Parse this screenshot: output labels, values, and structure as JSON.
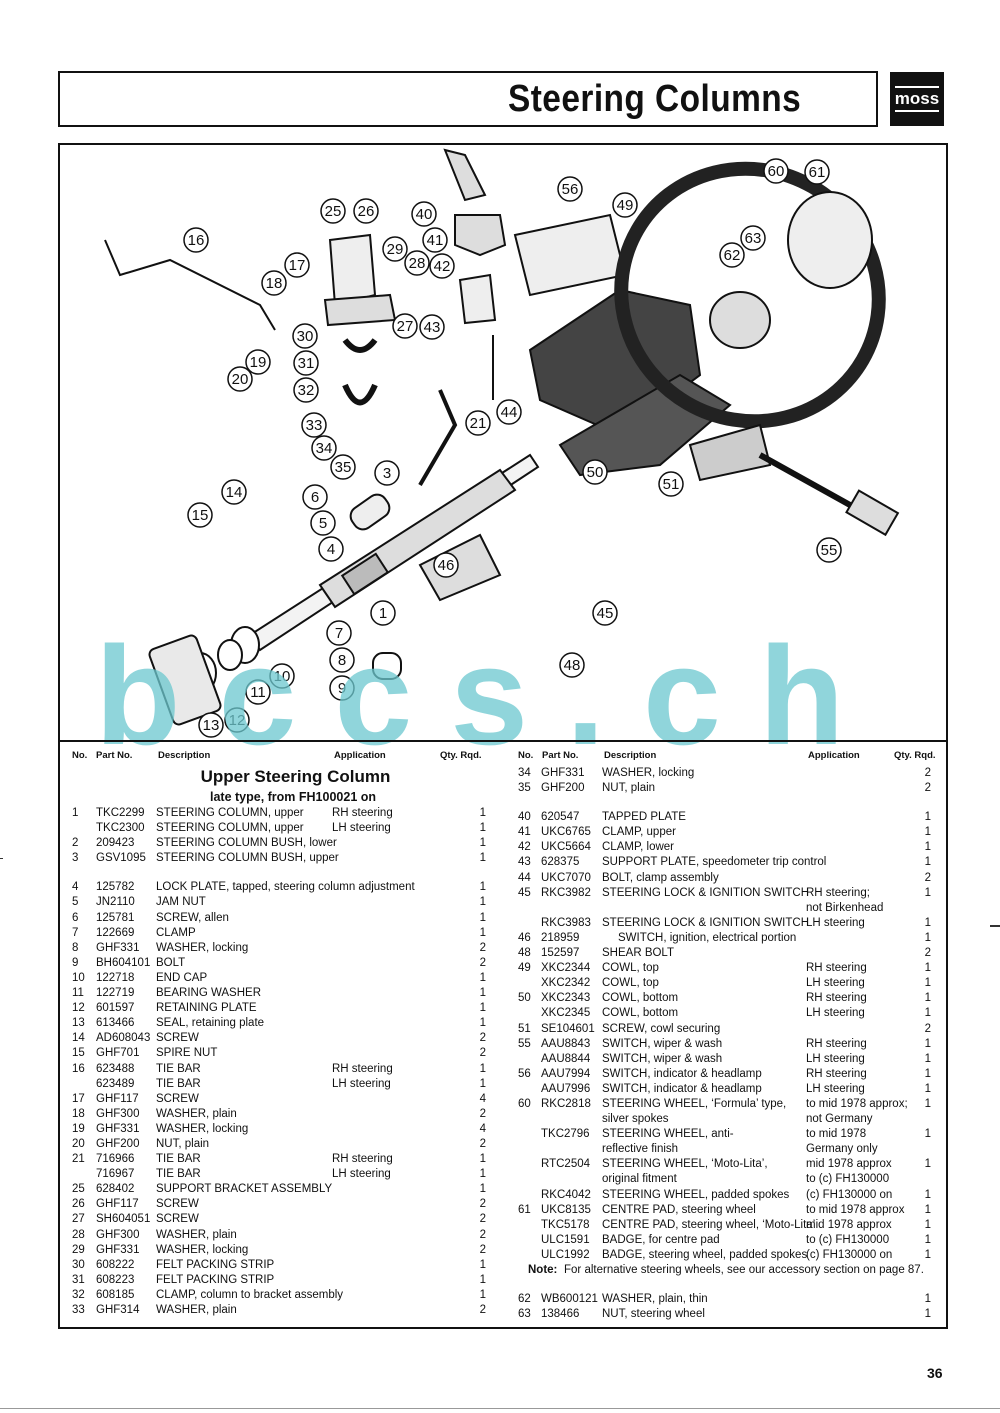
{
  "title": "Steering Columns",
  "logo": "moss",
  "watermark": "bccs.ch",
  "page_number": "36",
  "callouts": [
    "1",
    "3",
    "4",
    "5",
    "6",
    "7",
    "8",
    "9",
    "10",
    "11",
    "12",
    "13",
    "14",
    "15",
    "16",
    "17",
    "18",
    "19",
    "20",
    "21",
    "25",
    "26",
    "27",
    "28",
    "29",
    "30",
    "31",
    "32",
    "33",
    "34",
    "35",
    "40",
    "41",
    "42",
    "43",
    "44",
    "45",
    "46",
    "48",
    "49",
    "50",
    "51",
    "55",
    "56",
    "60",
    "61",
    "62",
    "63"
  ],
  "headers": {
    "no": "No.",
    "part": "Part No.",
    "desc": "Description",
    "app": "Application",
    "qty": "Qty. Rqd."
  },
  "left": {
    "section_title": "Upper Steering Column",
    "section_subtitle": "late type, from FH100021 on",
    "rows": [
      {
        "no": "1",
        "part": "TKC2299",
        "desc": "STEERING COLUMN, upper",
        "app": "RH steering",
        "qty": "1"
      },
      {
        "no": "",
        "part": "TKC2300",
        "desc": "STEERING COLUMN, upper",
        "app": "LH steering",
        "qty": "1"
      },
      {
        "no": "2",
        "part": "209423",
        "desc": "STEERING COLUMN BUSH, lower",
        "app": "",
        "qty": "1"
      },
      {
        "no": "3",
        "part": "GSV1095",
        "desc": "STEERING COLUMN BUSH, upper",
        "app": "",
        "qty": "1"
      },
      {
        "gap": true
      },
      {
        "no": "4",
        "part": "125782",
        "desc": "LOCK PLATE, tapped, steering column adjustment",
        "app": "",
        "qty": "1"
      },
      {
        "no": "5",
        "part": "JN2110",
        "desc": "JAM NUT",
        "app": "",
        "qty": "1"
      },
      {
        "no": "6",
        "part": "125781",
        "desc": "SCREW, allen",
        "app": "",
        "qty": "1"
      },
      {
        "no": "7",
        "part": "122669",
        "desc": "CLAMP",
        "app": "",
        "qty": "1"
      },
      {
        "no": "8",
        "part": "GHF331",
        "desc": "WASHER, locking",
        "app": "",
        "qty": "2"
      },
      {
        "no": "9",
        "part": "BH604101",
        "desc": "BOLT",
        "app": "",
        "qty": "2"
      },
      {
        "no": "10",
        "part": "122718",
        "desc": "END CAP",
        "app": "",
        "qty": "1"
      },
      {
        "no": "11",
        "part": "122719",
        "desc": "BEARING WASHER",
        "app": "",
        "qty": "1"
      },
      {
        "no": "12",
        "part": "601597",
        "desc": "RETAINING PLATE",
        "app": "",
        "qty": "1"
      },
      {
        "no": "13",
        "part": "613466",
        "desc": "SEAL, retaining plate",
        "app": "",
        "qty": "1"
      },
      {
        "no": "14",
        "part": "AD608043",
        "desc": "SCREW",
        "app": "",
        "qty": "2"
      },
      {
        "no": "15",
        "part": "GHF701",
        "desc": "SPIRE NUT",
        "app": "",
        "qty": "2"
      },
      {
        "no": "16",
        "part": "623488",
        "desc": "TIE BAR",
        "app": "RH steering",
        "qty": "1"
      },
      {
        "no": "",
        "part": "623489",
        "desc": "TIE BAR",
        "app": "LH steering",
        "qty": "1"
      },
      {
        "no": "17",
        "part": "GHF117",
        "desc": "SCREW",
        "app": "",
        "qty": "4"
      },
      {
        "no": "18",
        "part": "GHF300",
        "desc": "WASHER, plain",
        "app": "",
        "qty": "2"
      },
      {
        "no": "19",
        "part": "GHF331",
        "desc": "WASHER, locking",
        "app": "",
        "qty": "4"
      },
      {
        "no": "20",
        "part": "GHF200",
        "desc": "NUT, plain",
        "app": "",
        "qty": "2"
      },
      {
        "no": "21",
        "part": "716966",
        "desc": "TIE BAR",
        "app": "RH steering",
        "qty": "1"
      },
      {
        "no": "",
        "part": "716967",
        "desc": "TIE BAR",
        "app": "LH steering",
        "qty": "1"
      },
      {
        "no": "25",
        "part": "628402",
        "desc": "SUPPORT BRACKET ASSEMBLY",
        "app": "",
        "qty": "1"
      },
      {
        "no": "26",
        "part": "GHF117",
        "desc": "SCREW",
        "app": "",
        "qty": "2"
      },
      {
        "no": "27",
        "part": "SH604051",
        "desc": "SCREW",
        "app": "",
        "qty": "2"
      },
      {
        "no": "28",
        "part": "GHF300",
        "desc": "WASHER, plain",
        "app": "",
        "qty": "2"
      },
      {
        "no": "29",
        "part": "GHF331",
        "desc": "WASHER, locking",
        "app": "",
        "qty": "2"
      },
      {
        "no": "30",
        "part": "608222",
        "desc": "FELT PACKING STRIP",
        "app": "",
        "qty": "1"
      },
      {
        "no": "31",
        "part": "608223",
        "desc": "FELT PACKING STRIP",
        "app": "",
        "qty": "1"
      },
      {
        "no": "32",
        "part": "608185",
        "desc": "CLAMP, column to bracket assembly",
        "app": "",
        "qty": "1"
      },
      {
        "no": "33",
        "part": "GHF314",
        "desc": "WASHER, plain",
        "app": "",
        "qty": "2"
      }
    ]
  },
  "right": {
    "rows": [
      {
        "no": "34",
        "part": "GHF331",
        "desc": "WASHER, locking",
        "app": "",
        "qty": "2"
      },
      {
        "no": "35",
        "part": "GHF200",
        "desc": "NUT, plain",
        "app": "",
        "qty": "2"
      },
      {
        "gap": true
      },
      {
        "no": "40",
        "part": "620547",
        "desc": "TAPPED PLATE",
        "app": "",
        "qty": "1"
      },
      {
        "no": "41",
        "part": "UKC6765",
        "desc": "CLAMP, upper",
        "app": "",
        "qty": "1"
      },
      {
        "no": "42",
        "part": "UKC5664",
        "desc": "CLAMP, lower",
        "app": "",
        "qty": "1"
      },
      {
        "no": "43",
        "part": "628375",
        "desc": "SUPPORT PLATE, speedometer trip control",
        "app": "",
        "qty": "1"
      },
      {
        "no": "44",
        "part": "UKC7070",
        "desc": "BOLT, clamp assembly",
        "app": "",
        "qty": "2"
      },
      {
        "no": "45",
        "part": "RKC3982",
        "desc": "STEERING LOCK & IGNITION SWITCH",
        "app": "RH steering;",
        "qty": "1"
      },
      {
        "no": "",
        "part": "",
        "desc": "",
        "app": "not Birkenhead",
        "qty": ""
      },
      {
        "no": "",
        "part": "RKC3983",
        "desc": "STEERING LOCK & IGNITION SWITCH",
        "app": "LH steering",
        "qty": "1"
      },
      {
        "no": "46",
        "part": "218959",
        "desc": "     SWITCH, ignition, electrical portion",
        "app": "",
        "qty": "1"
      },
      {
        "no": "48",
        "part": "152597",
        "desc": "SHEAR BOLT",
        "app": "",
        "qty": "2"
      },
      {
        "no": "49",
        "part": "XKC2344",
        "desc": "COWL, top",
        "app": "RH steering",
        "qty": "1"
      },
      {
        "no": "",
        "part": "XKC2342",
        "desc": "COWL, top",
        "app": "LH steering",
        "qty": "1"
      },
      {
        "no": "50",
        "part": "XKC2343",
        "desc": "COWL, bottom",
        "app": "RH steering",
        "qty": "1"
      },
      {
        "no": "",
        "part": "XKC2345",
        "desc": "COWL, bottom",
        "app": "LH steering",
        "qty": "1"
      },
      {
        "no": "51",
        "part": "SE104601",
        "desc": "SCREW, cowl securing",
        "app": "",
        "qty": "2"
      },
      {
        "no": "55",
        "part": "AAU8843",
        "desc": "SWITCH, wiper & wash",
        "app": "RH steering",
        "qty": "1"
      },
      {
        "no": "",
        "part": "AAU8844",
        "desc": "SWITCH, wiper & wash",
        "app": "LH steering",
        "qty": "1"
      },
      {
        "no": "56",
        "part": "AAU7994",
        "desc": "SWITCH, indicator & headlamp",
        "app": "RH steering",
        "qty": "1"
      },
      {
        "no": "",
        "part": "AAU7996",
        "desc": "SWITCH, indicator & headlamp",
        "app": "LH steering",
        "qty": "1"
      },
      {
        "no": "60",
        "part": "RKC2818",
        "desc": "STEERING WHEEL, ‘Formula’ type,",
        "app": "to mid 1978 approx;",
        "qty": "1"
      },
      {
        "no": "",
        "part": "",
        "desc": "silver spokes",
        "app": "not Germany",
        "qty": ""
      },
      {
        "no": "",
        "part": "TKC2796",
        "desc": "STEERING WHEEL, anti-",
        "app": "to mid 1978",
        "qty": "1"
      },
      {
        "no": "",
        "part": "",
        "desc": "reflective finish",
        "app": "Germany only",
        "qty": ""
      },
      {
        "no": "",
        "part": "RTC2504",
        "desc": "STEERING WHEEL, ‘Moto-Lita’,",
        "app": "mid 1978 approx",
        "qty": "1"
      },
      {
        "no": "",
        "part": "",
        "desc": "original fitment",
        "app": "to (c) FH130000",
        "qty": ""
      },
      {
        "no": "",
        "part": "RKC4042",
        "desc": "STEERING WHEEL, padded spokes",
        "app": "(c) FH130000 on",
        "qty": "1"
      },
      {
        "no": "61",
        "part": "UKC8135",
        "desc": "CENTRE PAD, steering wheel",
        "app": "to mid 1978 approx",
        "qty": "1"
      },
      {
        "no": "",
        "part": "TKC5178",
        "desc": "CENTRE PAD, steering wheel, ‘Moto-Lita’",
        "app": "mid 1978 approx",
        "qty": "1"
      },
      {
        "no": "",
        "part": "ULC1591",
        "desc": "BADGE, for centre pad",
        "app": "to (c) FH130000",
        "qty": "1"
      },
      {
        "no": "",
        "part": "ULC1992",
        "desc": "BADGE, steering wheel, padded spokes",
        "app": "(c) FH130000 on",
        "qty": "1"
      },
      {
        "note": true
      },
      {
        "gap": true
      },
      {
        "no": "62",
        "part": "WB600121",
        "desc": "WASHER, plain, thin",
        "app": "",
        "qty": "1"
      },
      {
        "no": "63",
        "part": "138466",
        "desc": "NUT, steering wheel",
        "app": "",
        "qty": "1"
      }
    ],
    "note_label": "Note:",
    "note_text": "For alternative steering wheels, see our accessory section on page 87."
  }
}
